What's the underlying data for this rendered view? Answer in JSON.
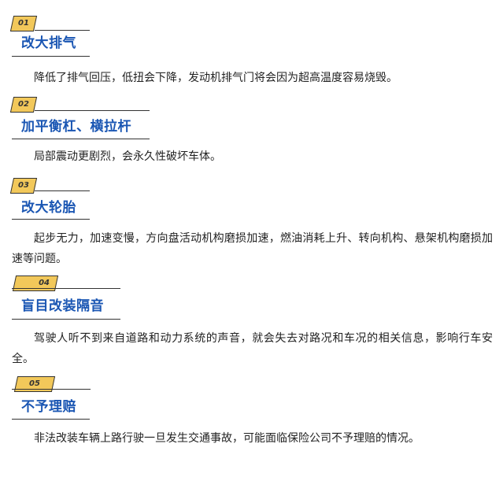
{
  "sections": [
    {
      "num": "01",
      "title": "改大排气",
      "body": "降低了排气回压，低扭会下降，发动机排气门将会因为超高温度容易烧毁。"
    },
    {
      "num": "02",
      "title": "加平衡杠、横拉杆",
      "body": "局部震动更剧烈，会永久性破坏车体。"
    },
    {
      "num": "03",
      "title": "改大轮胎",
      "body": "起步无力，加速变慢，方向盘活动机构磨损加速，燃油消耗上升、转向机构、悬架机构磨损加速等问题。"
    },
    {
      "num": "04",
      "title": "盲目改装隔音",
      "body": "驾驶人听不到来自道路和动力系统的声音，就会失去对路况和车况的相关信息，影响行车安全。"
    },
    {
      "num": "05",
      "title": "不予理赔",
      "body": "非法改装车辆上路行驶一旦发生交通事故，可能面临保险公司不予理赔的情况。"
    }
  ]
}
